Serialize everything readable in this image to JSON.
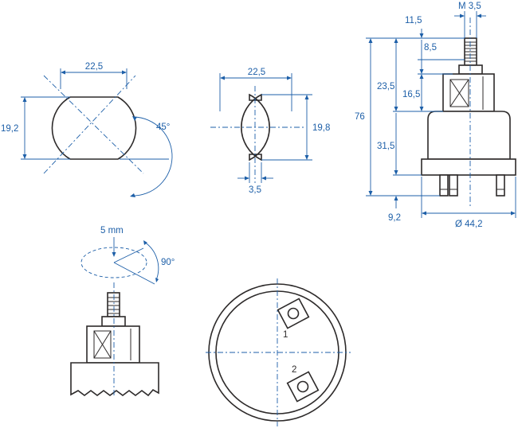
{
  "views": {
    "shaft_flat_view": {
      "width_dim": "22,5",
      "height_dim": "19,2",
      "angle_dim": "45°"
    },
    "shaft_slot_view": {
      "width_dim": "22,5",
      "height_dim": "19,8",
      "slot_dim": "3,5"
    },
    "side_view": {
      "thread_dim": "M 3,5",
      "dim_11_5": "11,5",
      "dim_8_5": "8,5",
      "dim_23_5": "23,5",
      "dim_16_5": "16,5",
      "dim_76": "76",
      "dim_31_5": "31,5",
      "dim_9_2": "9,2",
      "diameter_dim": "Ø 44,2"
    },
    "travel_view": {
      "stroke_dim": "5 mm",
      "rotation_dim": "90°"
    },
    "terminal_view": {
      "terminal_1": "1",
      "terminal_2": "2"
    }
  },
  "colors": {
    "dimension": "#1d5fa8",
    "outline": "#2d2a2a"
  }
}
